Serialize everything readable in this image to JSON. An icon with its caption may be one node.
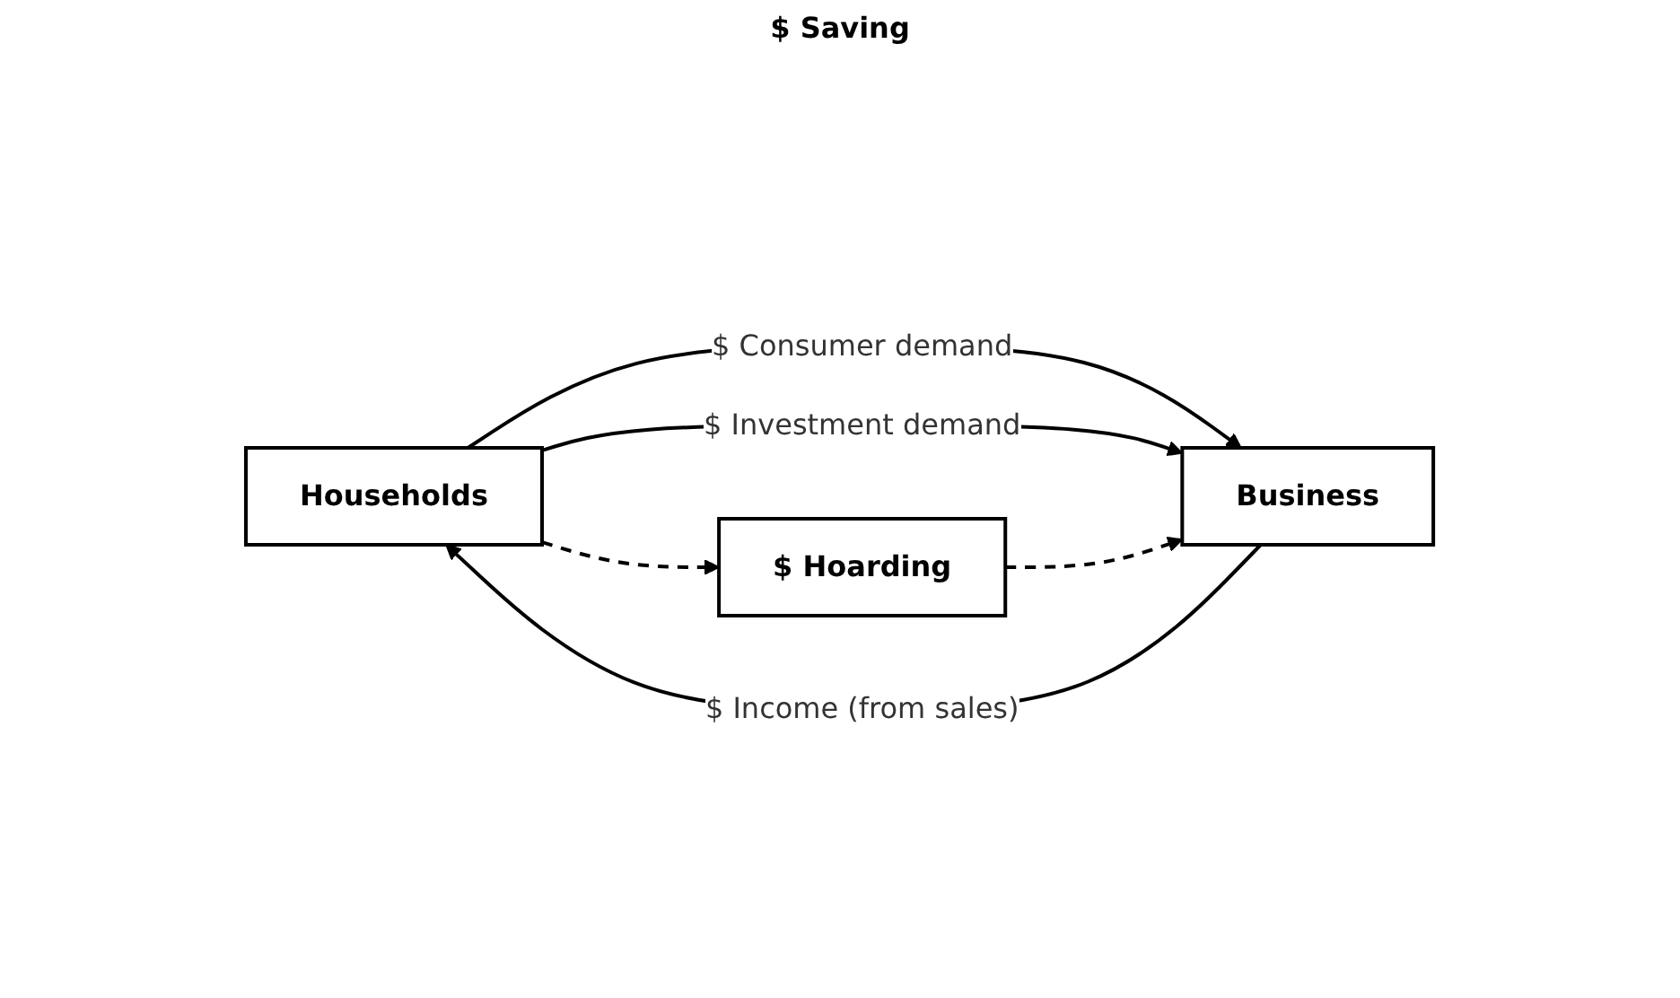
{
  "diagram": {
    "nodes": [
      {
        "text": [
          "Households"
        ]
      },
      {
        "text": [
          "$ Hoarding"
        ]
      },
      {
        "text": [
          "Business"
        ]
      }
    ],
    "edges": [
      {
        "from": 0,
        "to": 2,
        "arrow": "to",
        "label": "$ Consumer demand"
      },
      {
        "from": 0,
        "to": 2,
        "arrow": "to",
        "label": "$ Investment demand"
      },
      {
        "from": 0,
        "to": 1,
        "arrow": "to",
        "style": "dashed"
      },
      {
        "from": 1,
        "to": 2,
        "arrow": "to",
        "style": "dashed"
      },
      {
        "from": 2,
        "to": 0,
        "arrow": "to",
        "label": "$ Income (from sales)"
      }
    ],
    "labels": [
      "$ Saving"
    ]
  }
}
